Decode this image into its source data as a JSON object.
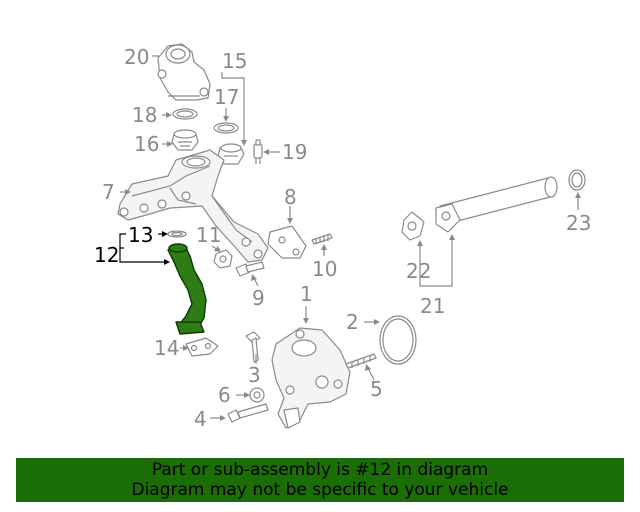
{
  "callouts": {
    "c1": "1",
    "c2": "2",
    "c3": "3",
    "c4": "4",
    "c5": "5",
    "c6": "6",
    "c7": "7",
    "c8": "8",
    "c9": "9",
    "c10": "10",
    "c11": "11",
    "c12": "12",
    "c13": "13",
    "c14": "14",
    "c15": "15",
    "c16": "16",
    "c17": "17",
    "c18": "18",
    "c19": "19",
    "c20": "20",
    "c21": "21",
    "c22": "22",
    "c23": "23"
  },
  "highlighted_part": "12",
  "colors": {
    "highlight_fill": "#2e7d14",
    "banner_background": "#1a6e05",
    "callout_gray": "#8a8a8a",
    "callout_active": "#000000"
  },
  "banner": {
    "line1": "Part or sub-assembly is #12 in diagram",
    "line2": "Diagram may not be specific to your vehicle"
  }
}
